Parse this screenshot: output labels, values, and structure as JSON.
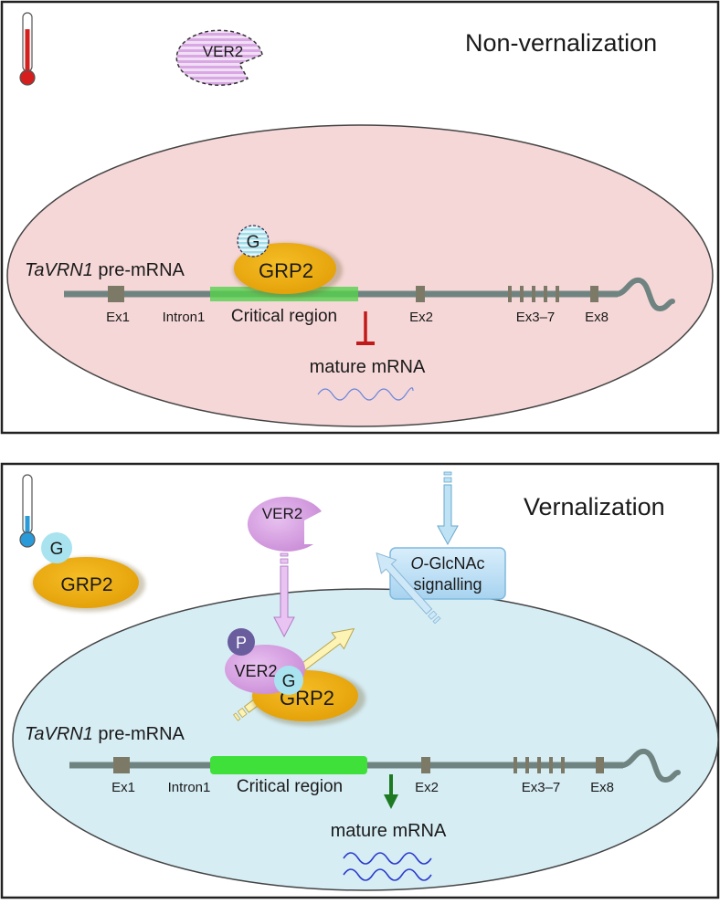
{
  "panels": {
    "top": {
      "title": "Non-vernalization",
      "ver2_label": "VER2",
      "g_label": "G",
      "grp2_label": "GRP2",
      "premrna_italic": "TaVRN1",
      "premrna_rest": " pre-mRNA",
      "labels": {
        "ex1": "Ex1",
        "intron1": "Intron1",
        "critical": "Critical region",
        "ex2": "Ex2",
        "ex37": "Ex3–7",
        "ex8": "Ex8"
      },
      "mature_label": "mature mRNA"
    },
    "bottom": {
      "title": "Vernalization",
      "ver2_label": "VER2",
      "g_label": "G",
      "grp2_free_label": "GRP2",
      "grp2_bound_label": "GRP2",
      "p_label": "P",
      "ver2_bound_label": "VER2",
      "g_bound_label": "G",
      "oglcnac_italic": "O",
      "oglcnac_rest": "-GlcNAc",
      "signalling": "signalling",
      "premrna_italic": "TaVRN1",
      "premrna_rest": " pre-mRNA",
      "labels": {
        "ex1": "Ex1",
        "intron1": "Intron1",
        "critical": "Critical region",
        "ex2": "Ex2",
        "ex37": "Ex3–7",
        "ex8": "Ex8"
      },
      "mature_label": "mature mRNA"
    }
  },
  "colors": {
    "cold": "#2a9ad8",
    "warm": "#d51f1f",
    "nucleus_top": "#f6d7d7",
    "nucleus_bottom": "#d6edf4",
    "grp2": "#eeab0b",
    "ver2": "#d79fe2",
    "glyco": "#a8e3ef",
    "critical_region": "#56d24e",
    "strand": "#6f8481",
    "inhibit": "#c01a1a",
    "activate": "#1e7a22",
    "mrna": "#2b3ccc"
  },
  "icons": [
    "thermometer-warm-icon",
    "thermometer-cold-icon",
    "inhibition-arrow-icon",
    "activation-arrow-icon"
  ]
}
